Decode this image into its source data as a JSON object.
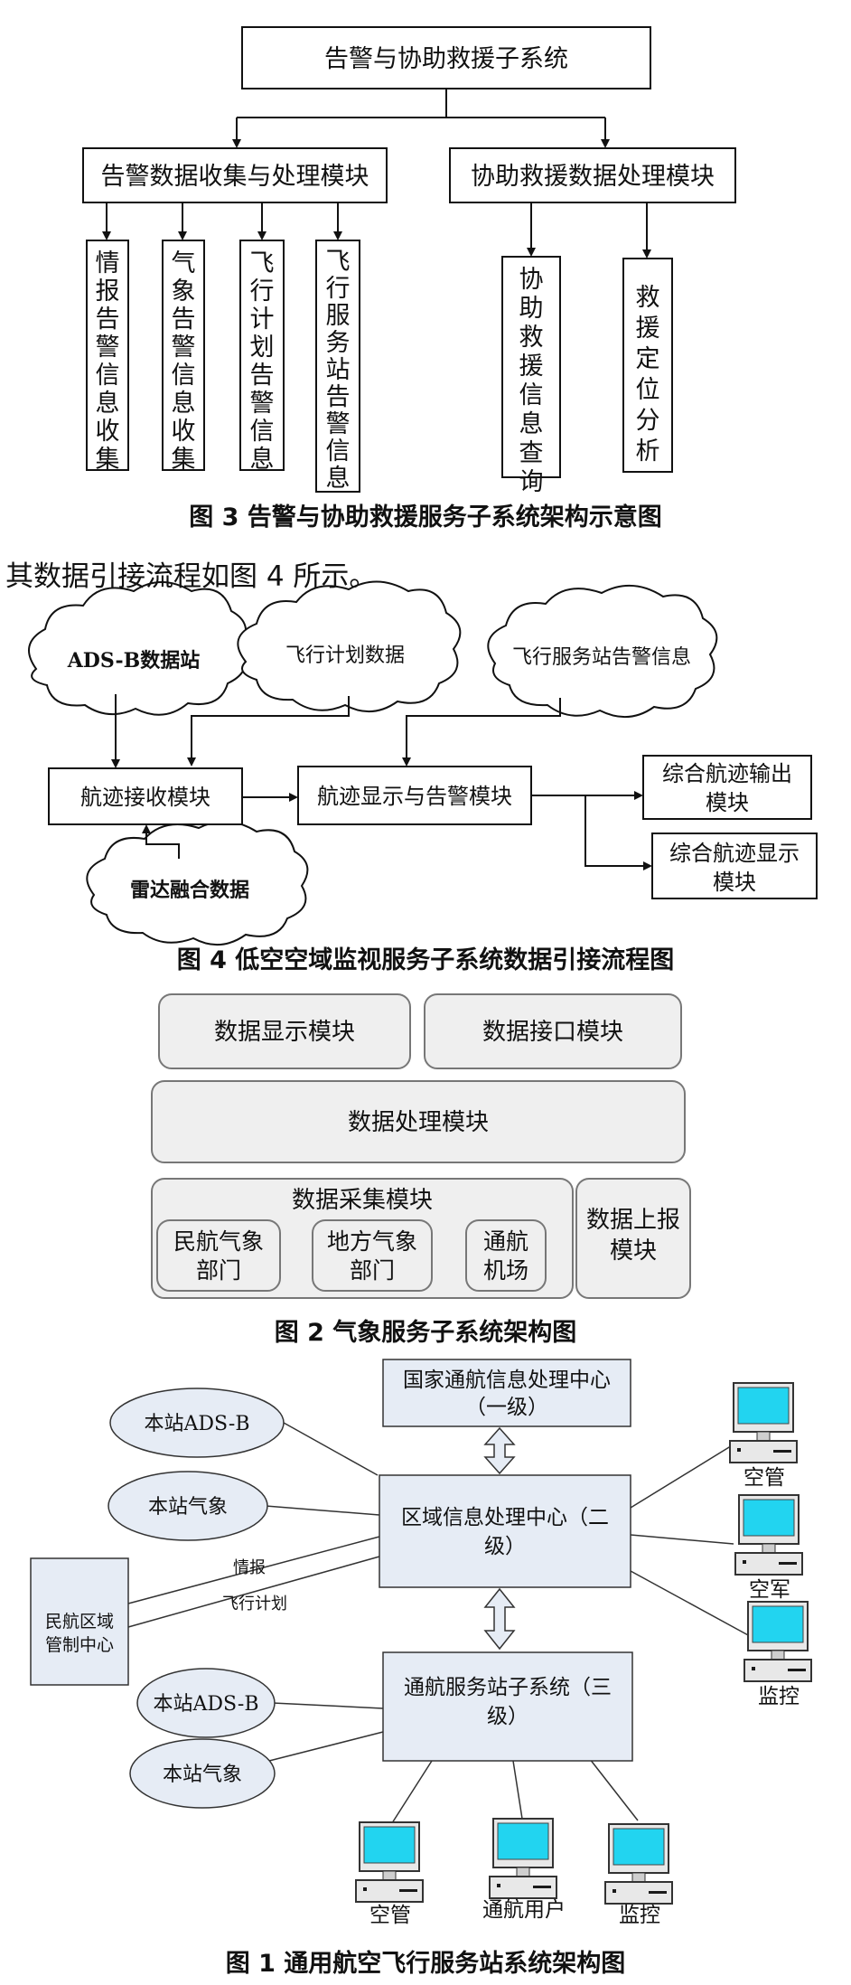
{
  "fig3": {
    "root": "告警与协助救援子系统",
    "left_module": "告警数据收集与处理模块",
    "right_module": "协助救援数据处理模块",
    "left_children": [
      "情报告警信息收集",
      "气象告警信息收集",
      "飞行计划告警信息",
      "飞行服务站告警信息"
    ],
    "right_children": [
      "协助救援信息查询",
      "救援定位分析"
    ],
    "caption": "图 3  告警与协助救援服务子系统架构示意图"
  },
  "intro_text": "其数据引接流程如图 4 所示。",
  "fig4": {
    "cloud_adsb": "ADS-B数据站",
    "cloud_flightplan": "飞行计划数据",
    "cloud_station": "飞行服务站告警信息",
    "cloud_radar": "雷达融合数据",
    "box_receive": "航迹接收模块",
    "box_display_alarm": "航迹显示与告警模块",
    "box_output_1": "综合航迹输出",
    "box_output_2": "模块",
    "box_show_1": "综合航迹显示",
    "box_show_2": "模块",
    "caption": "图 4  低空空域监视服务子系统数据引接流程图"
  },
  "fig2": {
    "display": "数据显示模块",
    "interface": "数据接口模块",
    "processing": "数据处理模块",
    "collection": "数据采集模块",
    "civil_1": "民航气象",
    "civil_2": "部门",
    "local_1": "地方气象",
    "local_2": "部门",
    "airport_1": "通航",
    "airport_2": "机场",
    "report_1": "数据上报",
    "report_2": "模块",
    "caption": "图 2  气象服务子系统架构图"
  },
  "fig1": {
    "national_1": "国家通航信息处理中心",
    "national_2": "（一级）",
    "regional_1": "区域信息处理中心（二",
    "regional_2": "级）",
    "station_1": "通航服务站子系统（三",
    "station_2": "级）",
    "ell_adsb_top": "本站ADS-B",
    "ell_weather_top": "本站气象",
    "ell_adsb_bottom": "本站ADS-B",
    "ell_weather_bottom": "本站气象",
    "civil_control_1": "民航区域",
    "civil_control_2": "管制中心",
    "line_intel": "情报",
    "line_flightplan": "飞行计划",
    "pc_atc_right": "空管",
    "pc_airforce": "空军",
    "pc_monitor_right": "监控",
    "pc_atc_bottom": "空管",
    "pc_user_bottom": "通航用户",
    "pc_monitor_bottom": "监控",
    "caption": "图 1  通用航空飞行服务站系统架构图"
  },
  "colors": {
    "box_fill_fig1": "#e6ecf5",
    "box_fill_fig2": "#efefef",
    "screen": "#22d4f0"
  }
}
